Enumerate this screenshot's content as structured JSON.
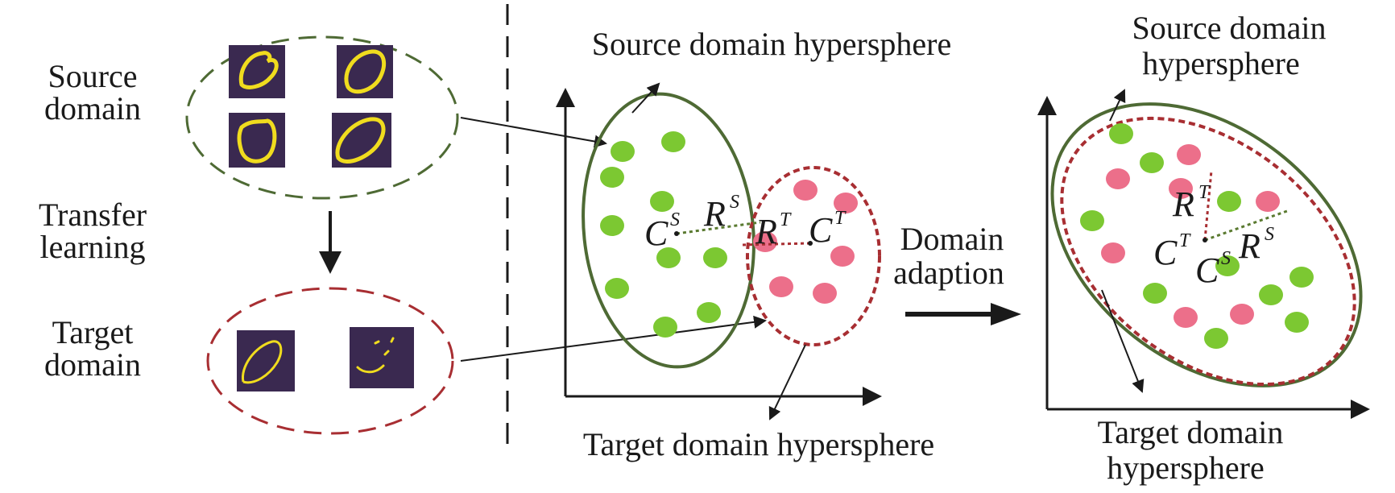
{
  "left": {
    "source_label": [
      "Source",
      "domain"
    ],
    "transfer_label": [
      "Transfer",
      "learning"
    ],
    "target_label": [
      "Target",
      "domain"
    ]
  },
  "middle": {
    "title_top": "Source domain hypersphere",
    "title_bottom": "Target domain hypersphere",
    "center_source": "C",
    "center_source_sup": "S",
    "radius_source": "R",
    "radius_source_sup": "S",
    "radius_target": "R",
    "radius_target_sup": "T",
    "center_target": "C",
    "center_target_sup": "T"
  },
  "arrow_label": [
    "Domain",
    "adaption"
  ],
  "right": {
    "title_top": [
      "Source domain",
      "hypersphere"
    ],
    "title_bottom": [
      "Target domain",
      "hypersphere"
    ],
    "radius_target": "R",
    "radius_target_sup": "T",
    "center_target": "C",
    "center_target_sup": "T",
    "center_source": "C",
    "center_source_sup": "S",
    "radius_source": "R",
    "radius_source_sup": "S"
  },
  "colors": {
    "source_green": "#7cc832",
    "target_pink": "#ec6f8a",
    "source_ellipse": "#4e6a34",
    "target_ellipse": "#a82e32",
    "digit_bg": "#3a2950",
    "digit_stroke": "#f0dc1e"
  },
  "icons": [
    "dashed-ellipse",
    "digit-thumbnail",
    "arrow-down",
    "arrow-right",
    "axis-arrow"
  ]
}
